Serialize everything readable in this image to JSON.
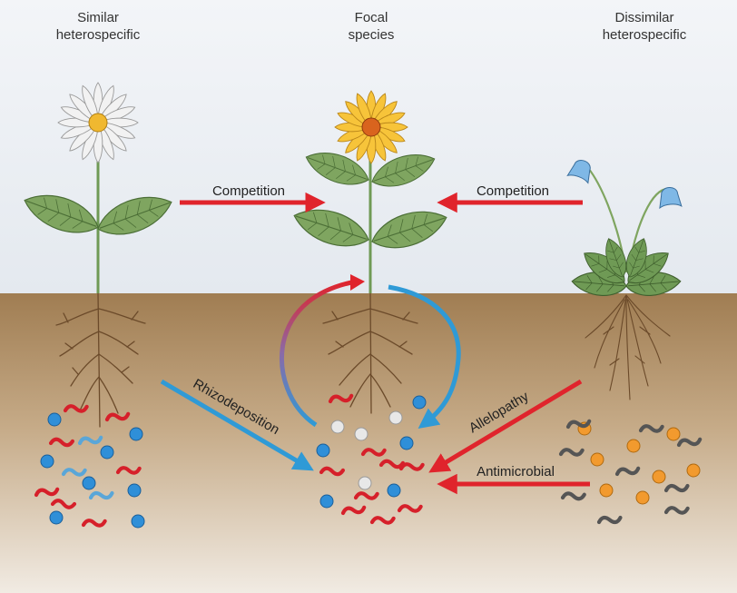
{
  "titles": {
    "similar": "Similar\nheterospecific",
    "focal": "Focal\nspecies",
    "dissimilar": "Dissimilar\nheterospecific"
  },
  "interactions": {
    "competition_left": "Competition",
    "competition_right": "Competition",
    "rhizodeposition": "Rhizodeposition",
    "allelopathy": "Allelopathy",
    "antimicrobial": "Antimicrobial"
  },
  "colors": {
    "sky_top": "#f3f5f8",
    "sky_bottom": "#e7ecf1",
    "soil_top": "#a07d52",
    "soil_bottom": "#efe7dd",
    "red_arrow": "#e0242c",
    "blue_arrow": "#2f9ad6",
    "leaf": "#7fa560",
    "leaf_dark": "#4b6e36",
    "microbe_red": "#d6202a",
    "microbe_blue": "#5aa6d8",
    "microbe_dark": "#555555",
    "sphere_blue": "#2f8fd8",
    "sphere_white": "#e8e8e8",
    "sphere_orange": "#f29a2e",
    "flower_white": "#f2f2f2",
    "flower_yellow": "#f7c43a",
    "bell_blue": "#7fb8e6",
    "root": "#6b4a2a"
  },
  "icons": {
    "daisy": "white-daisy-icon",
    "sunflower": "yellow-sunflower-icon",
    "bellflower": "blue-bellflower-icon"
  }
}
